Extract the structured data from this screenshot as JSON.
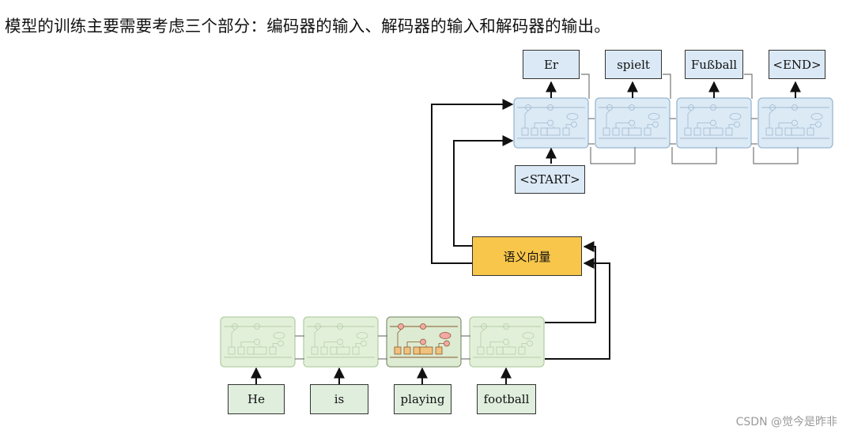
{
  "intro_text": "模型的训练主要需要考虑三个部分：编码器的输入、解码器的输入和解码器的输出。",
  "decoder": {
    "outputs": [
      "Er",
      "spielt",
      "Fußball",
      "<END>"
    ],
    "start_token": "<START>"
  },
  "encoder": {
    "inputs": [
      "He",
      "is",
      "playing",
      "football"
    ]
  },
  "semantic_vector_label": "语义向量",
  "watermark": "CSDN @觉今是昨非",
  "colors": {
    "decoder_cell": "#dceaf6",
    "encoder_cell": "#e2f0d9",
    "semantic_vector": "#f8c64a"
  }
}
